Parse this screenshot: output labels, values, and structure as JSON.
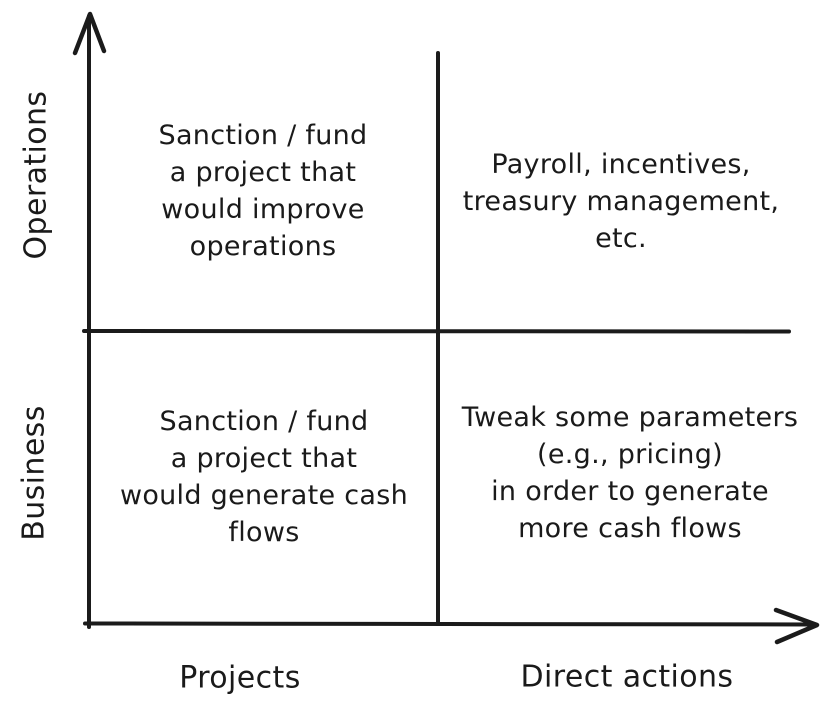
{
  "diagram": {
    "y_axis": {
      "upper_label": "Operations",
      "lower_label": "Business"
    },
    "x_axis": {
      "left_label": "Projects",
      "right_label": "Direct actions"
    },
    "quadrants": {
      "top_left": "Sanction / fund\na project that\nwould improve\noperations",
      "top_right": "Payroll, incentives,\ntreasury management,\netc.",
      "bottom_left": "Sanction / fund\na project that\nwould generate cash\nflows",
      "bottom_right": "Tweak some parameters\n(e.g., pricing)\nin order to generate\nmore cash flows"
    },
    "colors": {
      "stroke": "#1b1b1b",
      "background": "#ffffff",
      "text": "#1a1a1a"
    }
  }
}
